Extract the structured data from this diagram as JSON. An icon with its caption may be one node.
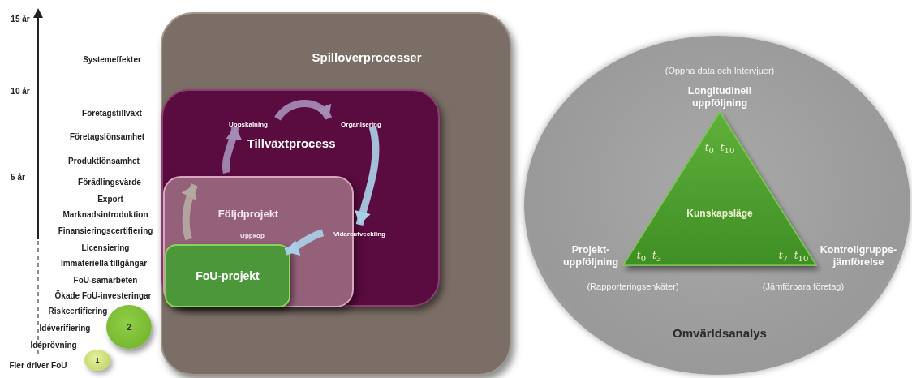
{
  "diagram": {
    "nodes": [
      {
        "text": [
          "Spilloverprocesser"
        ]
      },
      {
        "text": [
          "Tillväxtprocess"
        ],
        "in": 0
      },
      {
        "text": [
          "Uppskalning"
        ],
        "in": 1
      },
      {
        "text": [
          "Organisering"
        ],
        "in": 1
      },
      {
        "text": [
          "Följdprojekt"
        ],
        "in": 1
      },
      {
        "text": [
          "Uppköp"
        ],
        "in": 4
      },
      {
        "text": [
          "Vidareutveckling"
        ],
        "in": 1
      },
      {
        "text": [
          "FoU-projekt"
        ],
        "in": 4
      },
      {
        "text": [
          "2"
        ]
      },
      {
        "text": [
          "1"
        ]
      },
      {
        "text": [
          "Omvärldsanalys"
        ]
      },
      {
        "text": [
          "*t*$_{0}$- *t*$_{10}$",
          "Kunskapsläge",
          "*t*$_{0}$- *t*$_{3}$",
          "*t*$_{7}$- *t*$_{10}$"
        ],
        "in": 10,
        "beside": [
          "Longitudinell uppföljning",
          "Projekt- uppföljning",
          "Kontrollgrupps- jämförelse"
        ]
      }
    ],
    "edges": [
      {
        "from": 2,
        "to": 3,
        "arrow": "to",
        "color": "#a48cb5"
      },
      {
        "from": 3,
        "to": 6,
        "arrow": "to"
      },
      {
        "from": 6,
        "to": 7,
        "arrow": "to"
      },
      {
        "from": 7,
        "to": null,
        "arrow": "to",
        "color": "#b5aa9f"
      },
      {
        "from": 4,
        "to": 2,
        "arrow": "to",
        "color": "#a48cb5"
      }
    ],
    "labels": [
      "15 år",
      "Systemeffekter",
      "10 år",
      "Företagstillväxt",
      "Företagslönsamhet",
      "Produktlönsamhet",
      "5 år",
      "Förädlingsvärde",
      "Export",
      "Marknadsintroduktion",
      "Finansieringscertifiering",
      "Licensiering",
      "Immateriella tillgångar",
      "FoU-samarbeten",
      "Ökade FoU-investeringar",
      "Riskcertifiering",
      "Idéverifiering",
      "Idéprövning",
      "Fler driver FoU",
      "(Öppna data och Intervjuer)",
      "(Rapporteringsenkäter)",
      "(Jämförbara företag)"
    ]
  }
}
